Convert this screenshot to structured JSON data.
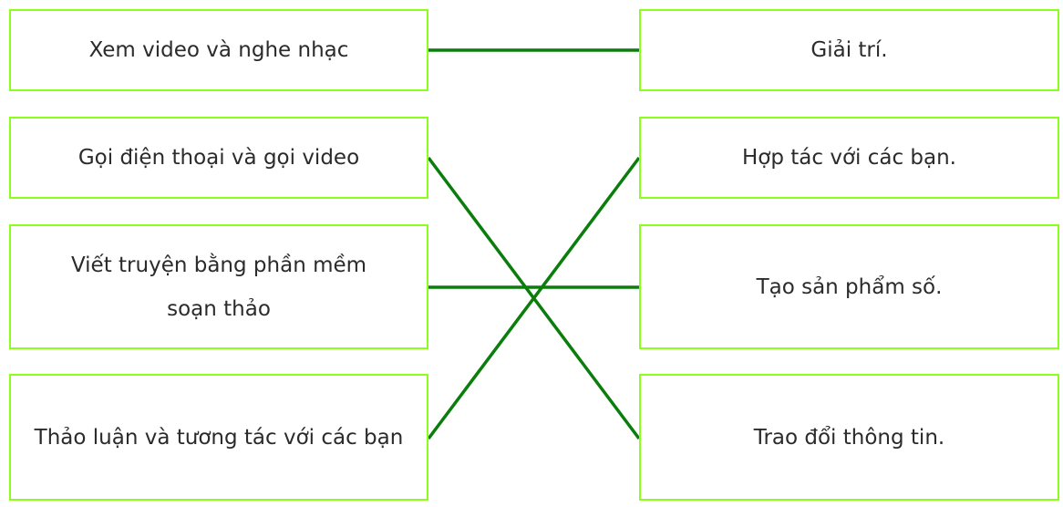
{
  "left_items": [
    {
      "label": "Xem video và nghe nhạc"
    },
    {
      "label": "Gọi điện thoại và gọi video"
    },
    {
      "label": "Viết truyện bằng phần mềm soạn thảo"
    },
    {
      "label": "Thảo luận và tương tác với các bạn"
    }
  ],
  "right_items": [
    {
      "label": "Giải trí."
    },
    {
      "label": "Hợp tác với các bạn."
    },
    {
      "label": "Tạo sản phẩm số."
    },
    {
      "label": "Trao đổi thông tin."
    }
  ],
  "matches": [
    [
      0,
      0
    ],
    [
      1,
      3
    ],
    [
      2,
      2
    ],
    [
      3,
      1
    ]
  ],
  "colors": {
    "border": "#8aff1e",
    "line": "#0a7d0a"
  }
}
